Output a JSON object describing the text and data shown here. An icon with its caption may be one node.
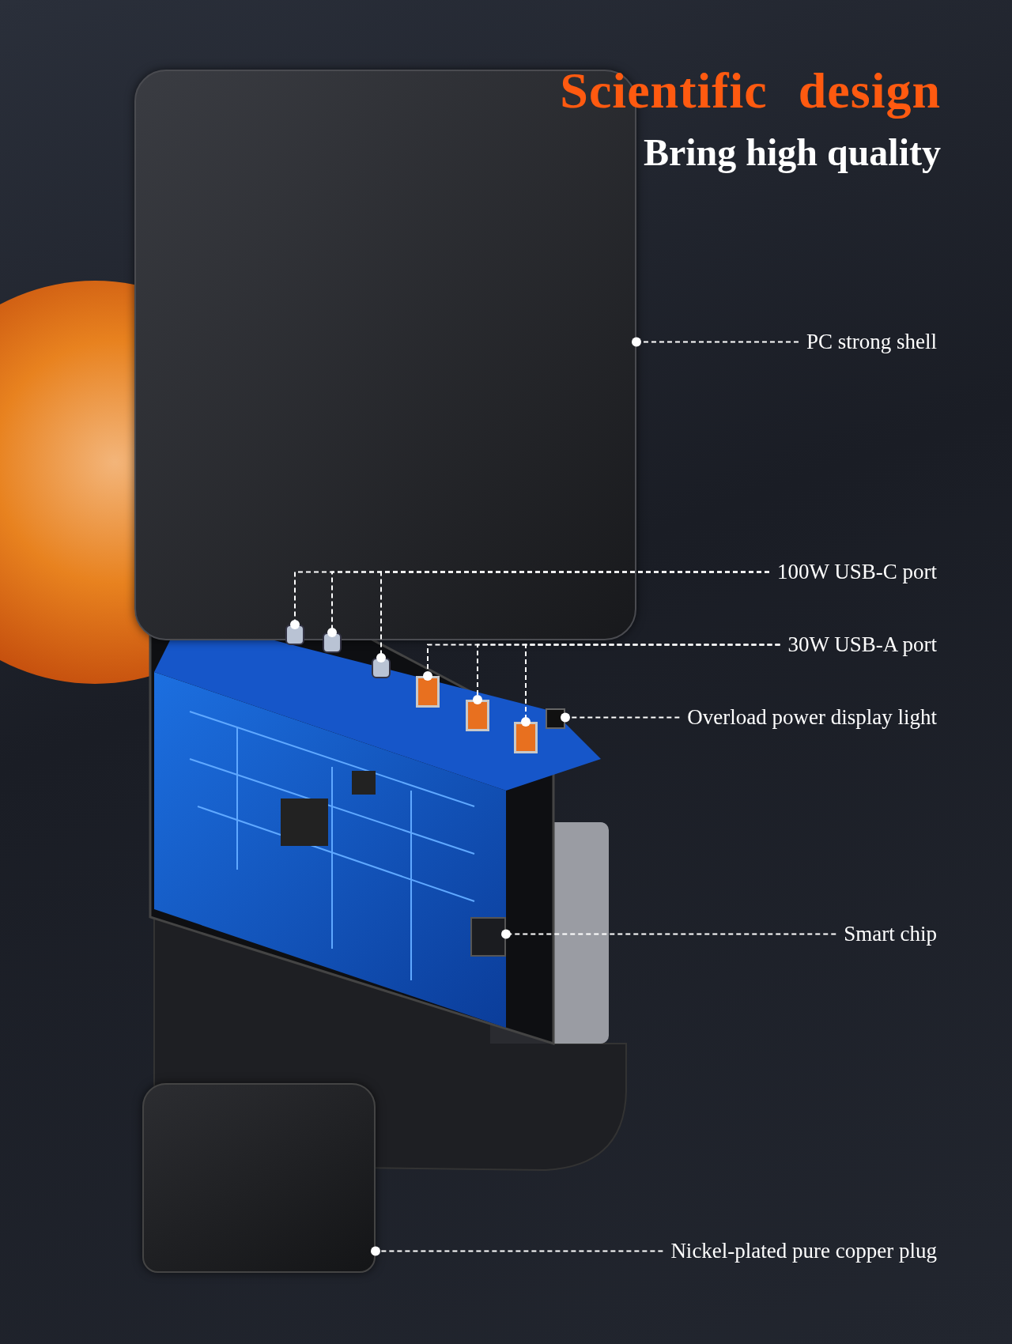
{
  "diagram": {
    "title": "Scientific design",
    "nodes": [
      {
        "text": [
          "PC strong shell"
        ]
      },
      {
        "text": [],
        "shape": "picture"
      },
      {
        "text": [
          "100W USB-C port"
        ]
      },
      {
        "text": [],
        "shape": "box"
      },
      {
        "text": [],
        "shape": "box"
      },
      {
        "text": [],
        "shape": "box"
      },
      {
        "text": [
          "30W USB-A port"
        ]
      },
      {
        "text": [],
        "shape": "box"
      },
      {
        "text": [],
        "shape": "box"
      },
      {
        "text": [],
        "shape": "box"
      },
      {
        "text": [
          "Overload power display light"
        ]
      },
      {
        "text": [],
        "shape": "box"
      },
      {
        "text": [
          "Smart chip"
        ]
      },
      {
        "text": [],
        "shape": "box"
      },
      {
        "text": [
          "Nickel-plated pure copper plug"
        ]
      },
      {
        "text": [],
        "shape": "picture"
      }
    ],
    "edges": [
      {
        "from": 0,
        "to": 1,
        "arrow": "other",
        "style": "dashed"
      },
      {
        "from": 2,
        "to": 3,
        "arrow": "other",
        "style": "dashed"
      },
      {
        "from": 2,
        "to": 4,
        "arrow": "other",
        "style": "dashed"
      },
      {
        "from": 2,
        "to": 5,
        "arrow": "other",
        "style": "dashed"
      },
      {
        "from": 6,
        "to": 7,
        "arrow": "other",
        "style": "dashed"
      },
      {
        "from": 6,
        "to": 8,
        "arrow": "other",
        "style": "dashed"
      },
      {
        "from": 6,
        "to": 9,
        "arrow": "other",
        "style": "dashed"
      },
      {
        "from": 10,
        "to": 11,
        "arrow": "other",
        "style": "dashed"
      },
      {
        "from": 12,
        "to": 13,
        "arrow": "other",
        "style": "dashed"
      },
      {
        "from": 14,
        "to": 15,
        "arrow": "other",
        "style": "dashed"
      }
    ],
    "labels": [
      "Bring high quality"
    ]
  }
}
